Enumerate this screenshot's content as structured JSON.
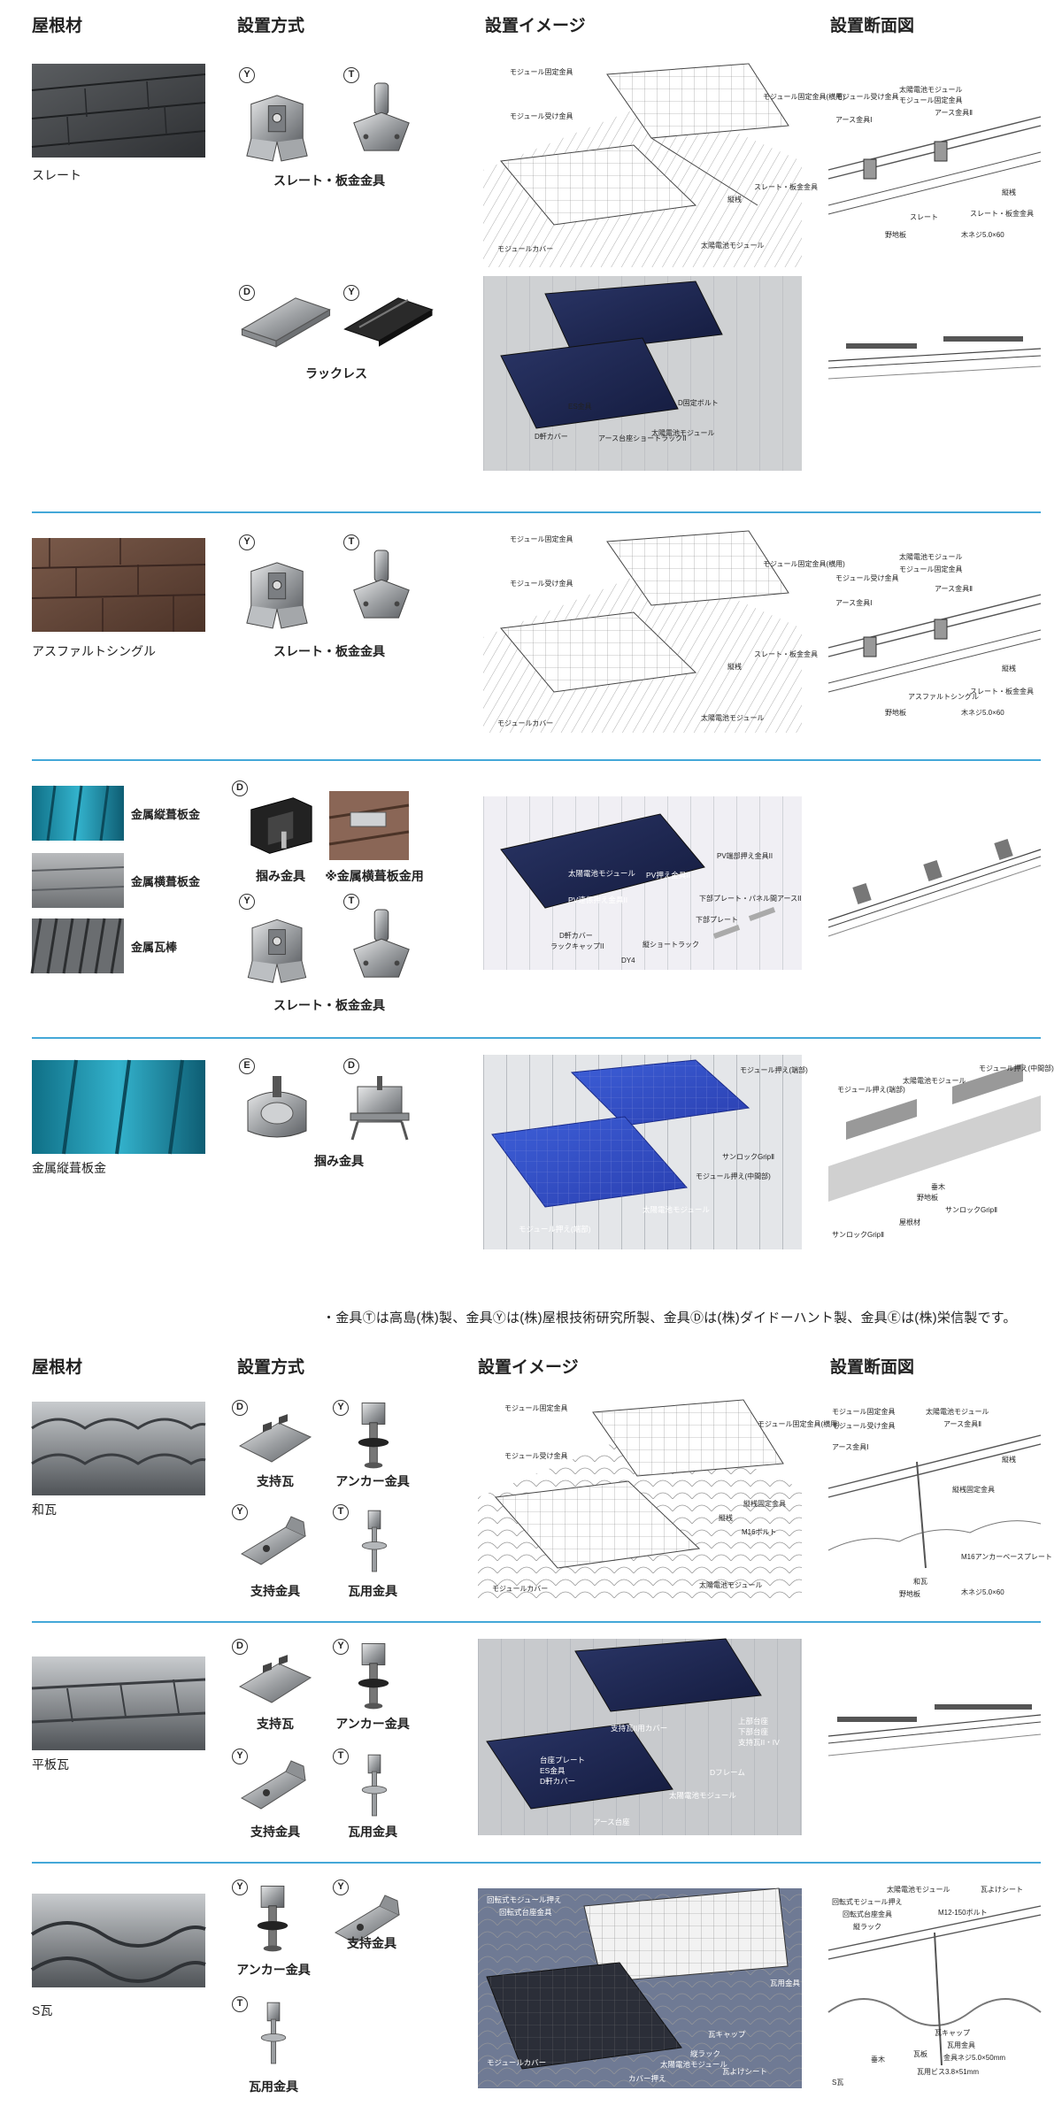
{
  "headers": {
    "roof": "屋根材",
    "method": "設置方式",
    "image": "設置イメージ",
    "section": "設置断面図"
  },
  "rows": [
    {
      "roof": "スレート",
      "method_caption": "スレート・板金金具",
      "badges": [
        "Y",
        "T"
      ],
      "image_labels": [
        "モジュール固定金具",
        "モジュール受け金具",
        "モジュール固定金具(横用)",
        "スレート・板金金具",
        "縦桟",
        "太陽電池モジュール",
        "モジュールカバー"
      ],
      "section_labels": [
        "太陽電池モジュール",
        "モジュール受け金具",
        "モジュール固定金具",
        "アース金具Ⅰ",
        "アース金具Ⅱ",
        "縦桟",
        "スレート",
        "スレート・板金金具",
        "野地板",
        "木ネジ5.0×60"
      ]
    },
    {
      "roof": "",
      "method_caption": "ラックレス",
      "badges": [
        "D",
        "Y"
      ],
      "image_labels": [
        "ES金具",
        "D軒カバー",
        "アース台座ショートラックII",
        "D固定ボルト",
        "太陽電池モジュール"
      ]
    },
    {
      "roof": "アスファルトシングル",
      "method_caption": "スレート・板金金具",
      "badges": [
        "Y",
        "T"
      ],
      "image_labels": [
        "モジュール固定金具",
        "モジュール受け金具",
        "モジュール固定金具(横用)",
        "スレート・板金金具",
        "縦桟",
        "太陽電池モジュール",
        "モジュールカバー"
      ],
      "section_labels": [
        "太陽電池モジュール",
        "モジュール受け金具",
        "モジュール固定金具",
        "アース金具Ⅰ",
        "アース金具Ⅱ",
        "縦桟",
        "アスファルトシングル",
        "スレート・板金金具",
        "野地板",
        "木ネジ5.0×60"
      ]
    },
    {
      "roof_items": [
        "金属縦葺板金",
        "金属横葺板金",
        "金属瓦棒"
      ],
      "captions": [
        "掴み金具",
        "※金属横葺板金用",
        "スレート・板金金具"
      ],
      "badges": [
        "D",
        "Y",
        "T"
      ],
      "image_labels": [
        "太陽電池モジュール",
        "PV押え金具II",
        "PV端部押え金具II",
        "下部プレート・パネル間アースII",
        "PV連係押え金具II",
        "下部プレート",
        "D軒カバー",
        "ラックキャップII",
        "縦ショートラック",
        "DY4"
      ]
    },
    {
      "roof": "金属縦葺板金",
      "method_caption": "掴み金具",
      "badges": [
        "E",
        "D"
      ],
      "image_labels": [
        "モジュール押え(端部)",
        "サンロックGripⅡ",
        "モジュール押え(中間部)",
        "太陽電池モジュール",
        "モジュール押え(端部)"
      ],
      "section_labels": [
        "モジュール押え(端部)",
        "太陽電池モジュール",
        "モジュール押え(中間部)",
        "垂木",
        "野地板",
        "サンロックGripⅡ",
        "屋根材",
        "サンロックGripⅡ"
      ]
    }
  ],
  "note": "・金具Ⓣは高島(株)製、金具Ⓨは(株)屋根技術研究所製、金具Ⓓは(株)ダイドーハント製、金具Ⓔは(株)栄信製です。",
  "headers2": {
    "roof": "屋根材",
    "method": "設置方式",
    "image": "設置イメージ",
    "section": "設置断面図"
  },
  "rows2": [
    {
      "roof": "和瓦",
      "captions": [
        "支持瓦",
        "アンカー金具",
        "支持金具",
        "瓦用金具"
      ],
      "badges": [
        "D",
        "Y",
        "Y",
        "T"
      ],
      "image_labels": [
        "モジュール固定金具",
        "モジュール受け金具",
        "モジュール固定金具(横用)",
        "縦桟固定金具",
        "縦桟",
        "M16ボルト",
        "太陽電池モジュール",
        "モジュールカバー"
      ],
      "section_labels": [
        "モジュール固定金具",
        "太陽電池モジュール",
        "モジュール受け金具",
        "アース金具Ⅱ",
        "アース金具Ⅰ",
        "縦桟",
        "縦桟固定金具",
        "和瓦",
        "野地板",
        "M16アンカーベースプレート",
        "木ネジ5.0×60"
      ]
    },
    {
      "roof": "平板瓦",
      "captions": [
        "支持瓦",
        "アンカー金具",
        "支持金具",
        "瓦用金具"
      ],
      "badges": [
        "D",
        "Y",
        "Y",
        "T"
      ],
      "image_labels": [
        "支持瓦II用カバー",
        "上部台座",
        "下部台座",
        "支持瓦II・IV",
        "台座プレート",
        "ES金具",
        "Dフレーム",
        "D軒カバー",
        "太陽電池モジュール",
        "アース台座"
      ]
    },
    {
      "roof": "S瓦",
      "captions": [
        "アンカー金具",
        "支持金具",
        "瓦用金具"
      ],
      "badges": [
        "Y",
        "Y",
        "T"
      ],
      "image_labels": [
        "回転式モジュール押え",
        "回転式台座金具",
        "瓦用金具",
        "瓦キャップ",
        "縦ラック",
        "太陽電池モジュール",
        "モジュールカバー",
        "カバー押え",
        "瓦よけシート"
      ],
      "section_labels": [
        "太陽電池モジュール",
        "瓦よけシート",
        "回転式モジュール押え",
        "回転式台座金具",
        "縦ラック",
        "M12-150ボルト",
        "瓦キャップ",
        "瓦用金具",
        "垂木",
        "瓦板",
        "金具ネジ5.0×50mm",
        "瓦用ビス3.8×51mm",
        "S瓦"
      ]
    }
  ]
}
